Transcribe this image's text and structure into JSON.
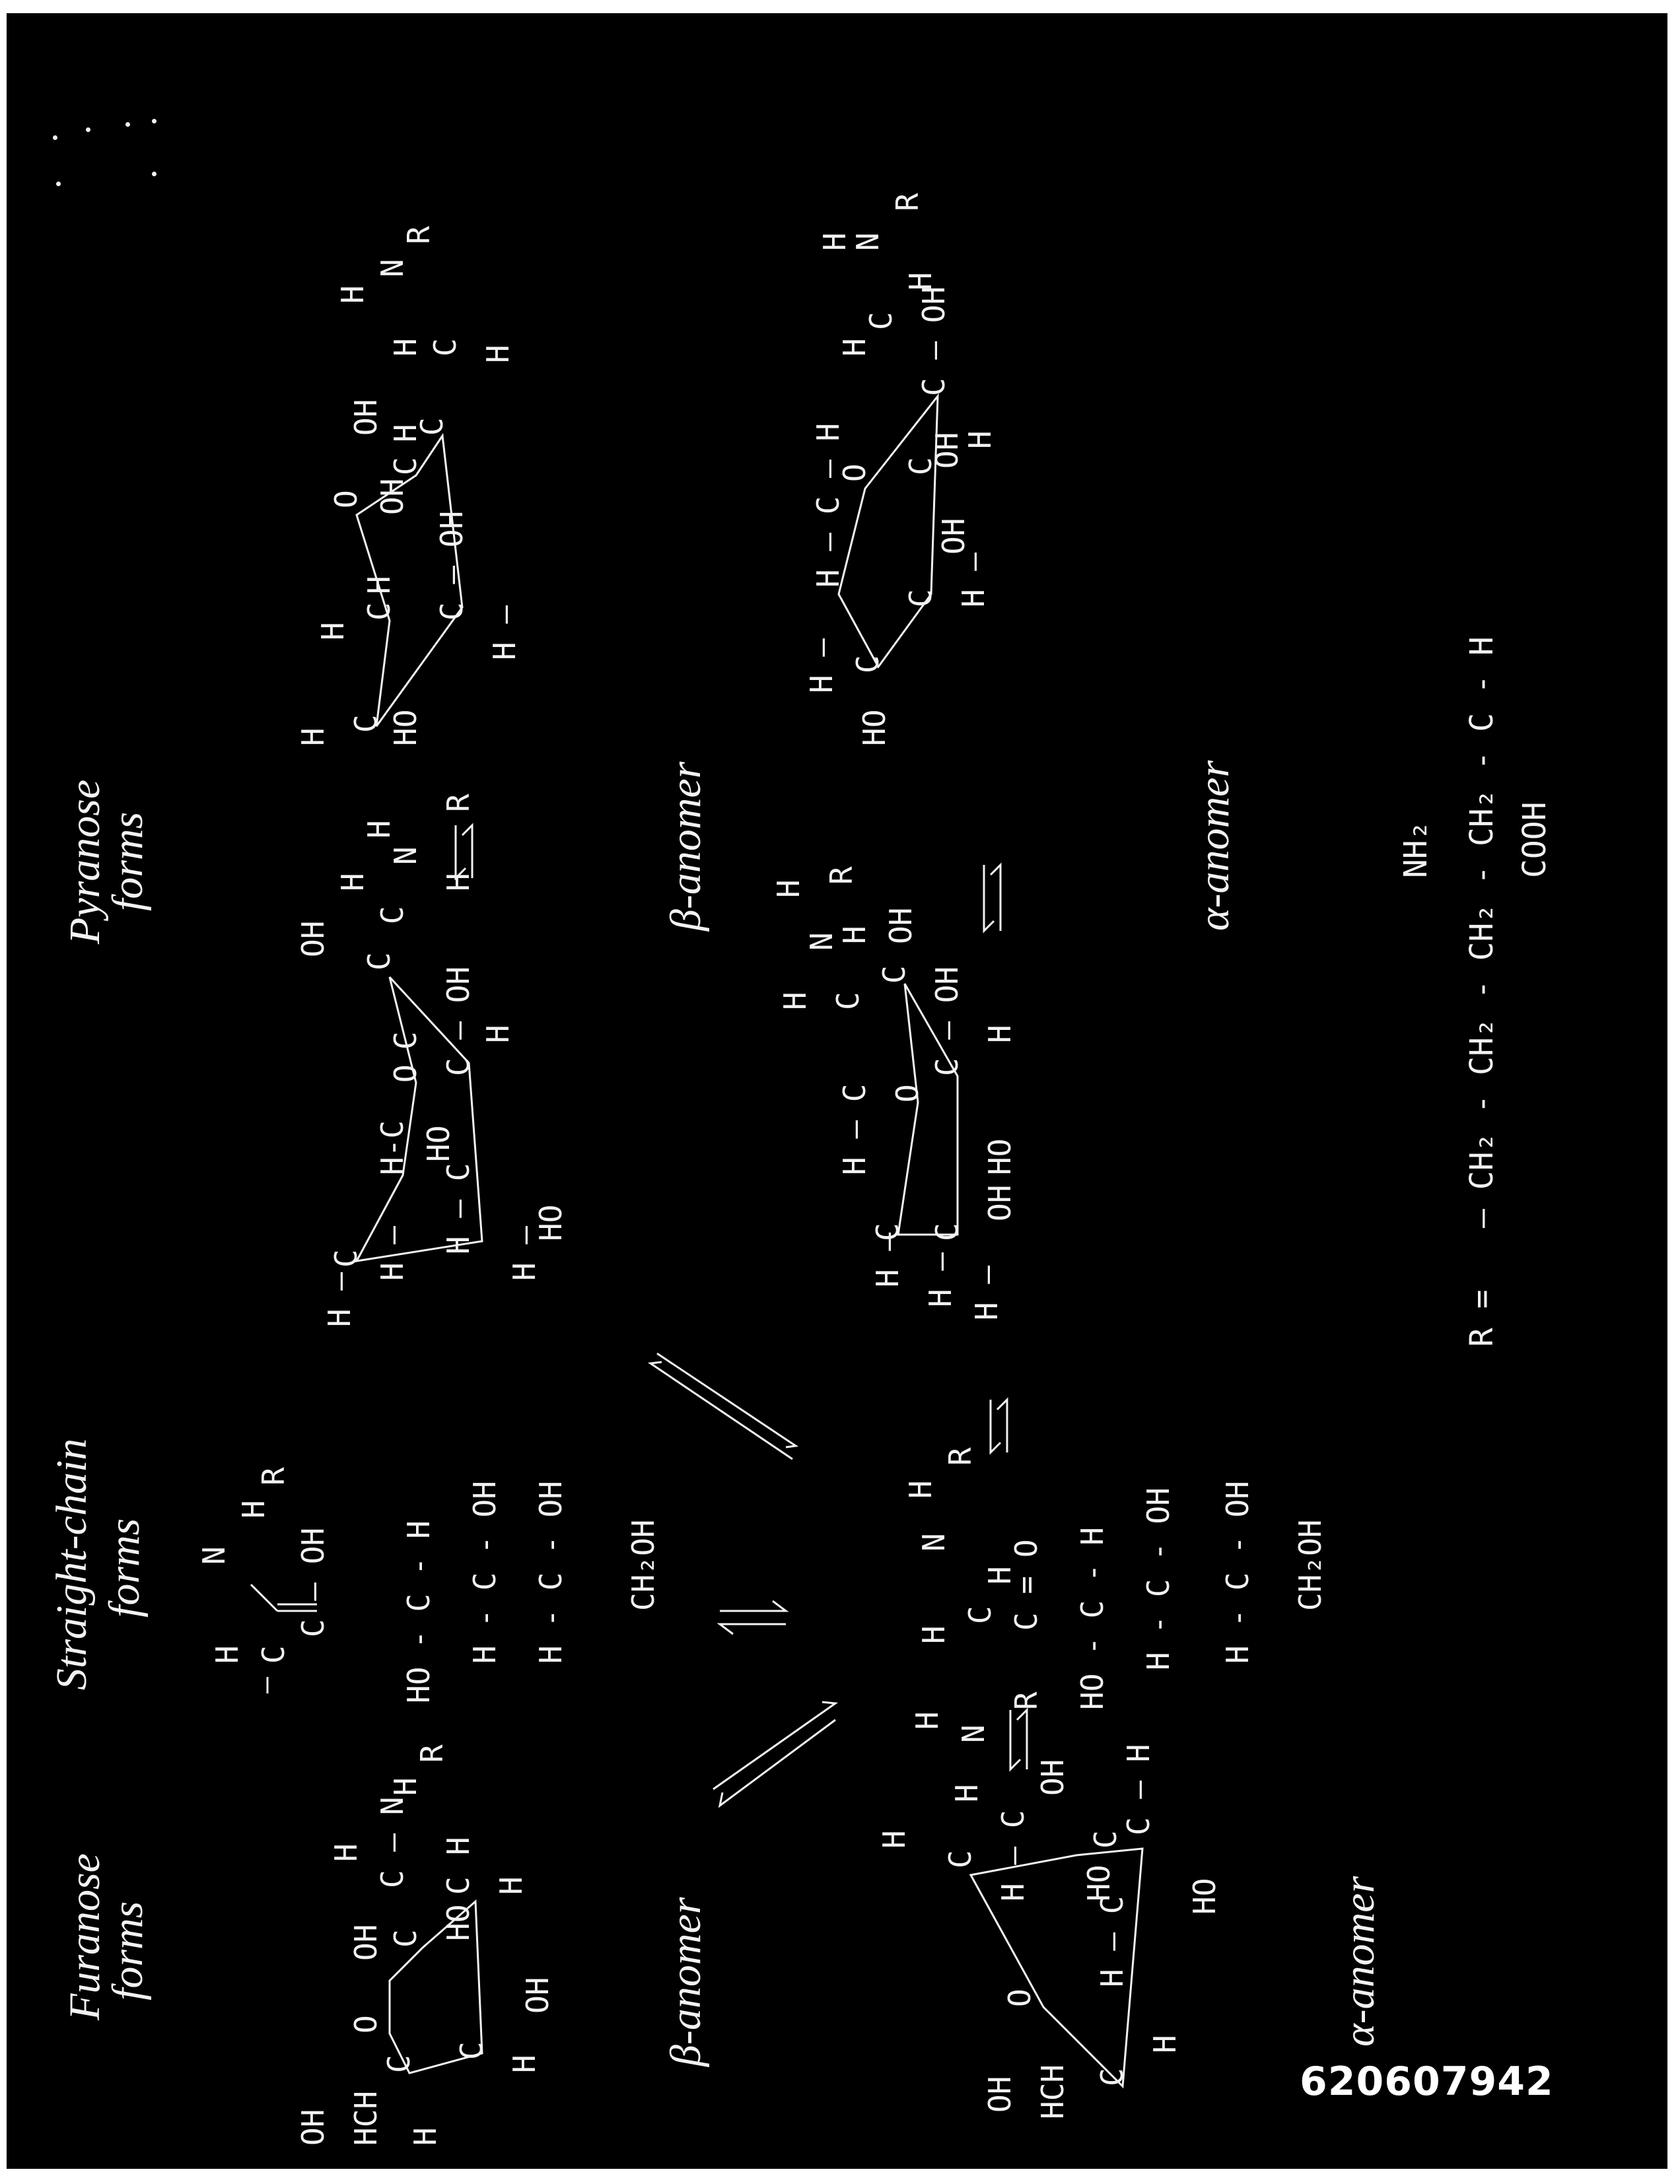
{
  "headings": {
    "furanose": [
      "Furanose",
      "forms"
    ],
    "straight_chain": [
      "Straight-chain",
      "forms"
    ],
    "pyranose": [
      "Pyranose",
      "forms"
    ]
  },
  "anomer_labels": {
    "furanose_beta": "β-anomer",
    "furanose_alpha": "α-anomer",
    "pyranose_beta": "β-anomer",
    "pyranose_alpha": "α-anomer"
  },
  "r_group": {
    "label": "R =",
    "chain": "— CH₂ - CH₂ - CH₂ - CH₂ - C - H",
    "top_substituent": "NH₂",
    "bottom_substituent": "COOH"
  },
  "catalog_number": "620607942",
  "colors": {
    "board": "#000000",
    "chalk": "#f2f2f2",
    "page": "#ffffff"
  }
}
